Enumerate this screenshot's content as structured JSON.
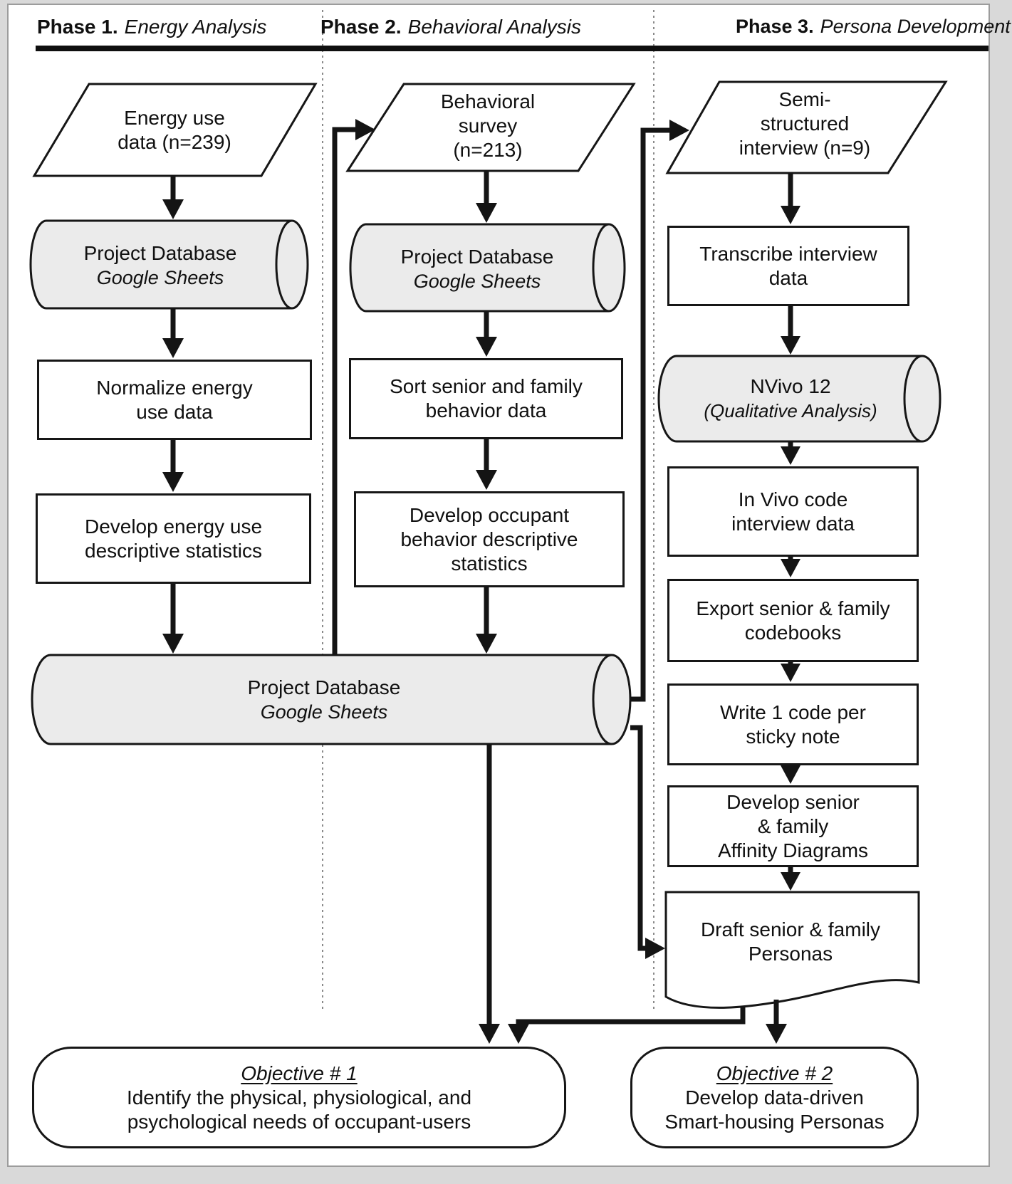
{
  "figure": {
    "phases": [
      {
        "label": "Phase 1.",
        "title": "Energy Analysis"
      },
      {
        "label": "Phase 2.",
        "title": "Behavioral Analysis"
      },
      {
        "label": "Phase 3.",
        "title": "Persona Development"
      }
    ],
    "phase1": {
      "input": "Energy use\ndata (n=239)",
      "database": {
        "title": "Project Database",
        "subtitle": "Google Sheets"
      },
      "normalize": "Normalize energy\nuse data",
      "statistics": "Develop energy use\ndescriptive statistics"
    },
    "phase2": {
      "input": "Behavioral\nsurvey\n(n=213)",
      "database": {
        "title": "Project Database",
        "subtitle": "Google Sheets"
      },
      "sort": "Sort senior and family\nbehavior data",
      "statistics": "Develop occupant\nbehavior descriptive\nstatistics"
    },
    "shared_database": {
      "title": "Project Database",
      "subtitle": "Google Sheets"
    },
    "phase3": {
      "input": "Semi-\nstructured\ninterview (n=9)",
      "transcribe": "Transcribe interview\ndata",
      "nvivo": {
        "title": "NVivo 12",
        "subtitle": "(Qualitative Analysis)"
      },
      "invivo": "In Vivo code\ninterview data",
      "export": "Export senior & family\ncodebooks",
      "sticky": "Write 1 code per\nsticky note",
      "affinity": "Develop senior\n& family\nAffinity Diagrams",
      "draft": "Draft senior & family\nPersonas"
    },
    "objectives": [
      {
        "title": "Objective # 1",
        "body": "Identify the physical, physiological, and\npsychological needs of occupant-users"
      },
      {
        "title": "Objective # 2",
        "body": "Develop data-driven\nSmart-housing Personas"
      }
    ],
    "colors": {
      "line": "#141414",
      "cylinder_fill": "#ebebeb",
      "box_fill": "#ffffff",
      "frame_border": "#9c9c9c",
      "page_bg": "#d9d9d9"
    }
  }
}
